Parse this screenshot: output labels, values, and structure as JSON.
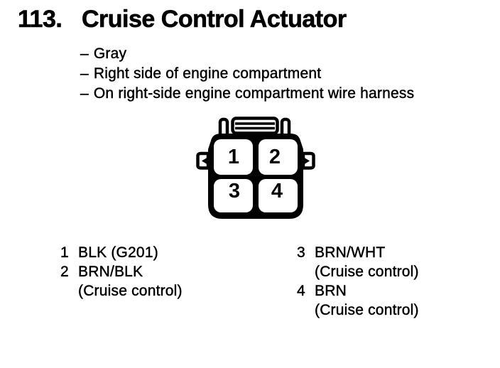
{
  "header": {
    "number": "113.",
    "title": "Cruise Control Actuator",
    "bullet_dash": "–",
    "bullets": [
      "Gray",
      "Right side of engine compartment",
      "On right-side engine compartment wire harness"
    ]
  },
  "connector": {
    "description": "4-pin connector front view",
    "pins": [
      "1",
      "2",
      "3",
      "4"
    ]
  },
  "pin_list": {
    "left": [
      {
        "number": "1",
        "color": "BLK (G201)",
        "note": ""
      },
      {
        "number": "2",
        "color": "BRN/BLK",
        "note": "(Cruise control)"
      }
    ],
    "right": [
      {
        "number": "3",
        "color": "BRN/WHT",
        "note": "(Cruise control)"
      },
      {
        "number": "4",
        "color": "BRN",
        "note": "(Cruise control)"
      }
    ]
  },
  "colors": {
    "ink": "#000000",
    "paper": "#ffffff"
  }
}
